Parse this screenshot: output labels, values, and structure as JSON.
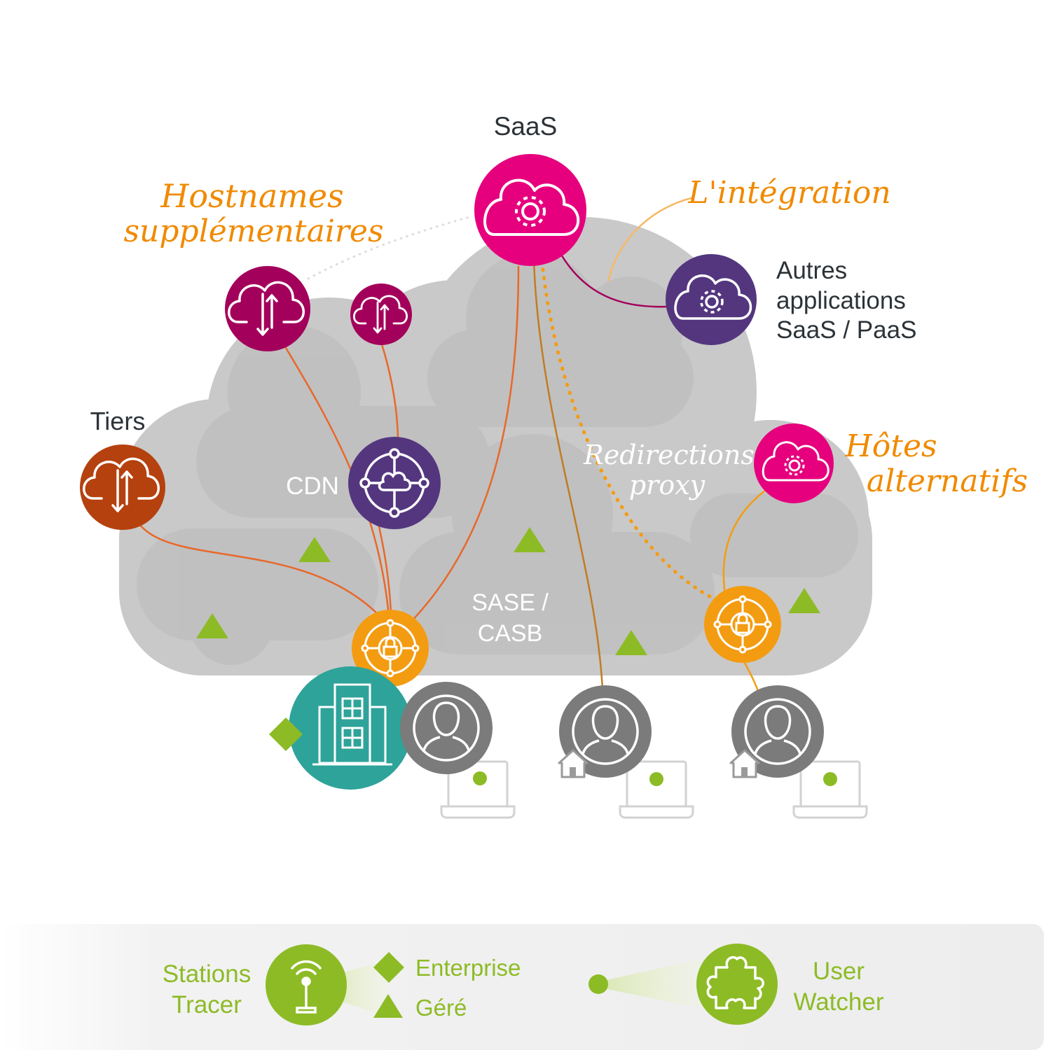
{
  "labels": {
    "saas": "SaaS",
    "tiers": "Tiers",
    "cdn": "CDN",
    "sase_line1": "SASE /",
    "sase_line2": "CASB",
    "autres_line1": "Autres",
    "autres_line2": "applications",
    "autres_line3": "SaaS / PaaS"
  },
  "annotations": {
    "hostnames_line1": "Hostnames",
    "hostnames_line2": "supplémentaires",
    "integration": "L'intégration",
    "hotes_line1": "Hôtes",
    "hotes_line2": "alternatifs",
    "redirections_line1": "Redirections",
    "redirections_line2": "proxy"
  },
  "legend": {
    "stations_line1": "Stations",
    "stations_line2": "Tracer",
    "enterprise": "Enterprise",
    "gere": "Géré",
    "user_line1": "User",
    "user_line2": "Watcher"
  },
  "colors": {
    "cloud": "#c9c9c9",
    "cloud_inner": "#b8b8b8",
    "saas": "#e6007e",
    "purple": "#54367f",
    "magenta_dark": "#a3005b",
    "tiers": "#b5410f",
    "gateway": "#f39c12",
    "building": "#2ea39a",
    "user": "#7b7b7b",
    "green": "#8dbb26",
    "orange_text": "#f08a00",
    "text_dark": "#2c3338",
    "link_orange": "#e8682a",
    "link_brown": "#c27b22",
    "link_magenta": "#a3005b"
  },
  "icons": {
    "saas_node": "cloud-gear-icon",
    "host_node": "cloud-updown-icon",
    "cdn_node": "network-hub-icon",
    "gateway_node": "lock-target-icon",
    "building_node": "building-icon",
    "user_node": "user-icon",
    "station_legend": "antenna-icon",
    "watcher_legend": "puzzle-icon"
  }
}
